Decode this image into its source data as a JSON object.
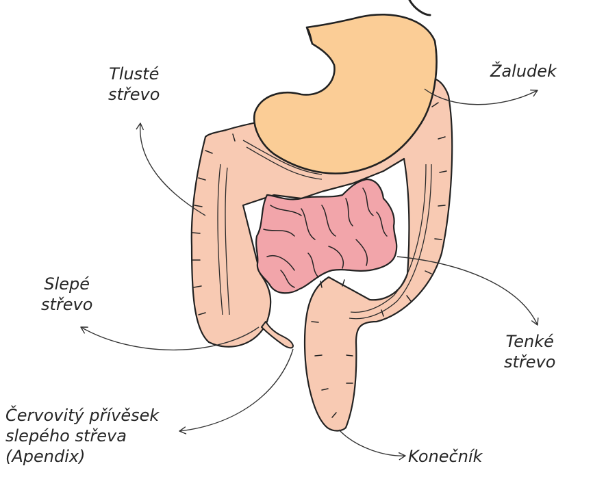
{
  "labels": {
    "large_intestine": [
      "Tlusté",
      "střevo"
    ],
    "stomach": [
      "Žaludek"
    ],
    "cecum": [
      "Slepé",
      "střevo"
    ],
    "small_intestine": [
      "Tenké",
      "střevo"
    ],
    "appendix": [
      "Červovitý přívěsek",
      "slepého střeva",
      "(Apendix)"
    ],
    "rectum": [
      "Konečník"
    ]
  },
  "colors": {
    "stomach_fill": "#fbcd96",
    "colon_fill": "#f8cab3",
    "small_intestine_fill": "#f2a5aa",
    "outline": "#222222"
  }
}
